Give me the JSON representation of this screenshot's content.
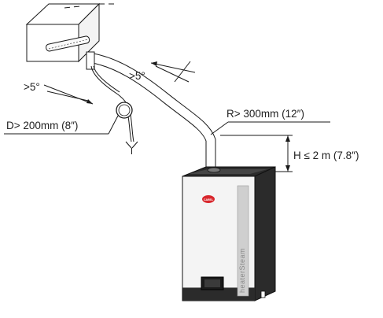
{
  "diagram": {
    "labels": {
      "slope_right": ">5°",
      "slope_left": ">5°",
      "diameter": "D> 200mm (8″)",
      "radius": "R> 300mm (12″)",
      "height": "H ≤ 2 m (7.8″)"
    },
    "device_brand": "heaterSteam",
    "logo_text": "CAREL"
  },
  "colors": {
    "logo_red": "#d8262c",
    "cabinet_dark": "#2b2b2b",
    "cabinet_light": "#f4f4f4"
  }
}
